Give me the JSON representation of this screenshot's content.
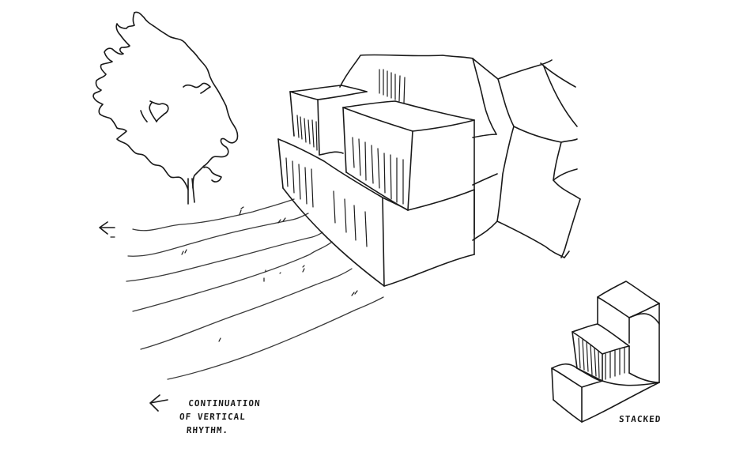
{
  "drawing": {
    "type": "hand-drawn architectural concept sketch",
    "ink_color": "#1a1a1a",
    "background_color": "#ffffff"
  },
  "annotations": {
    "continuation_note": {
      "line1": "Continuation",
      "line2": "of vertical",
      "line3": "rhythm."
    },
    "stacked_label": "Stacked"
  },
  "elements": {
    "tree": "tree-sketch",
    "ground_lines": 6,
    "main_building": "stacked-box-building",
    "inset_diagram": "stacked-boxes-diagram",
    "arrows": [
      "arrow-left-upper",
      "arrow-left-lower"
    ]
  }
}
